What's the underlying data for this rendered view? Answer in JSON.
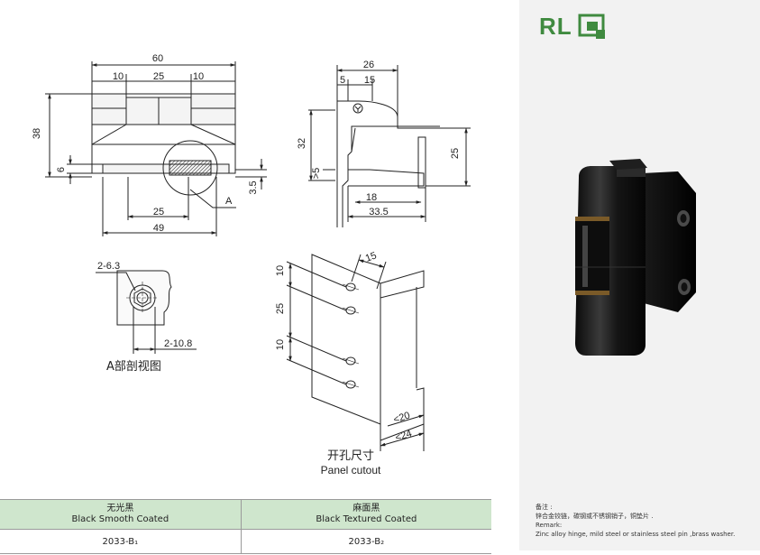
{
  "drawing": {
    "top_view": {
      "dims": {
        "overall": "60",
        "left": "10",
        "mid": "25",
        "right": "10",
        "height": "38",
        "slot": "6",
        "bottom_span": "25",
        "base": "49",
        "offset": "3.5"
      },
      "detail_marker": "A"
    },
    "side_view": {
      "dims": {
        "top_width": "26",
        "top_a": "5",
        "top_b": "15",
        "height": "32",
        "flange": ">5",
        "right_height": "25",
        "inner": "18",
        "outer": "33.5"
      }
    },
    "detail_a": {
      "callout_hex": "2-6.3",
      "callout_dia": "2-10.8",
      "caption": "A部剖视图"
    },
    "panel_cutout": {
      "dims": {
        "depth": "15",
        "upper": "10",
        "middle": "25",
        "lower": "10",
        "min_a": "<20",
        "min_b": "<24"
      },
      "caption_cn": "开孔尺寸",
      "caption_en": "Panel cutout"
    }
  },
  "brand": {
    "logo_text": "RL",
    "logo_icon": "catalog-mark-icon",
    "color": "#3f8a3f"
  },
  "finish_table": {
    "headers": [
      {
        "cn": "无光黑",
        "en": "Black Smooth Coated"
      },
      {
        "cn": "麻面黑",
        "en": "Black Textured Coated"
      }
    ],
    "rows": [
      [
        "2033-B₁",
        "2033-B₂"
      ]
    ],
    "header_color": "#cfe6cd"
  },
  "notes": {
    "title": "备注 :",
    "cn": "锌合金铰链，碳钢或不锈钢销子，铜垫片 .",
    "remark_label": "Remark:",
    "en": "Zinc alloy hinge, mild steel or stainless steel pin ,brass washer."
  },
  "product_photo": {
    "subject": "black-hinge-photo"
  }
}
